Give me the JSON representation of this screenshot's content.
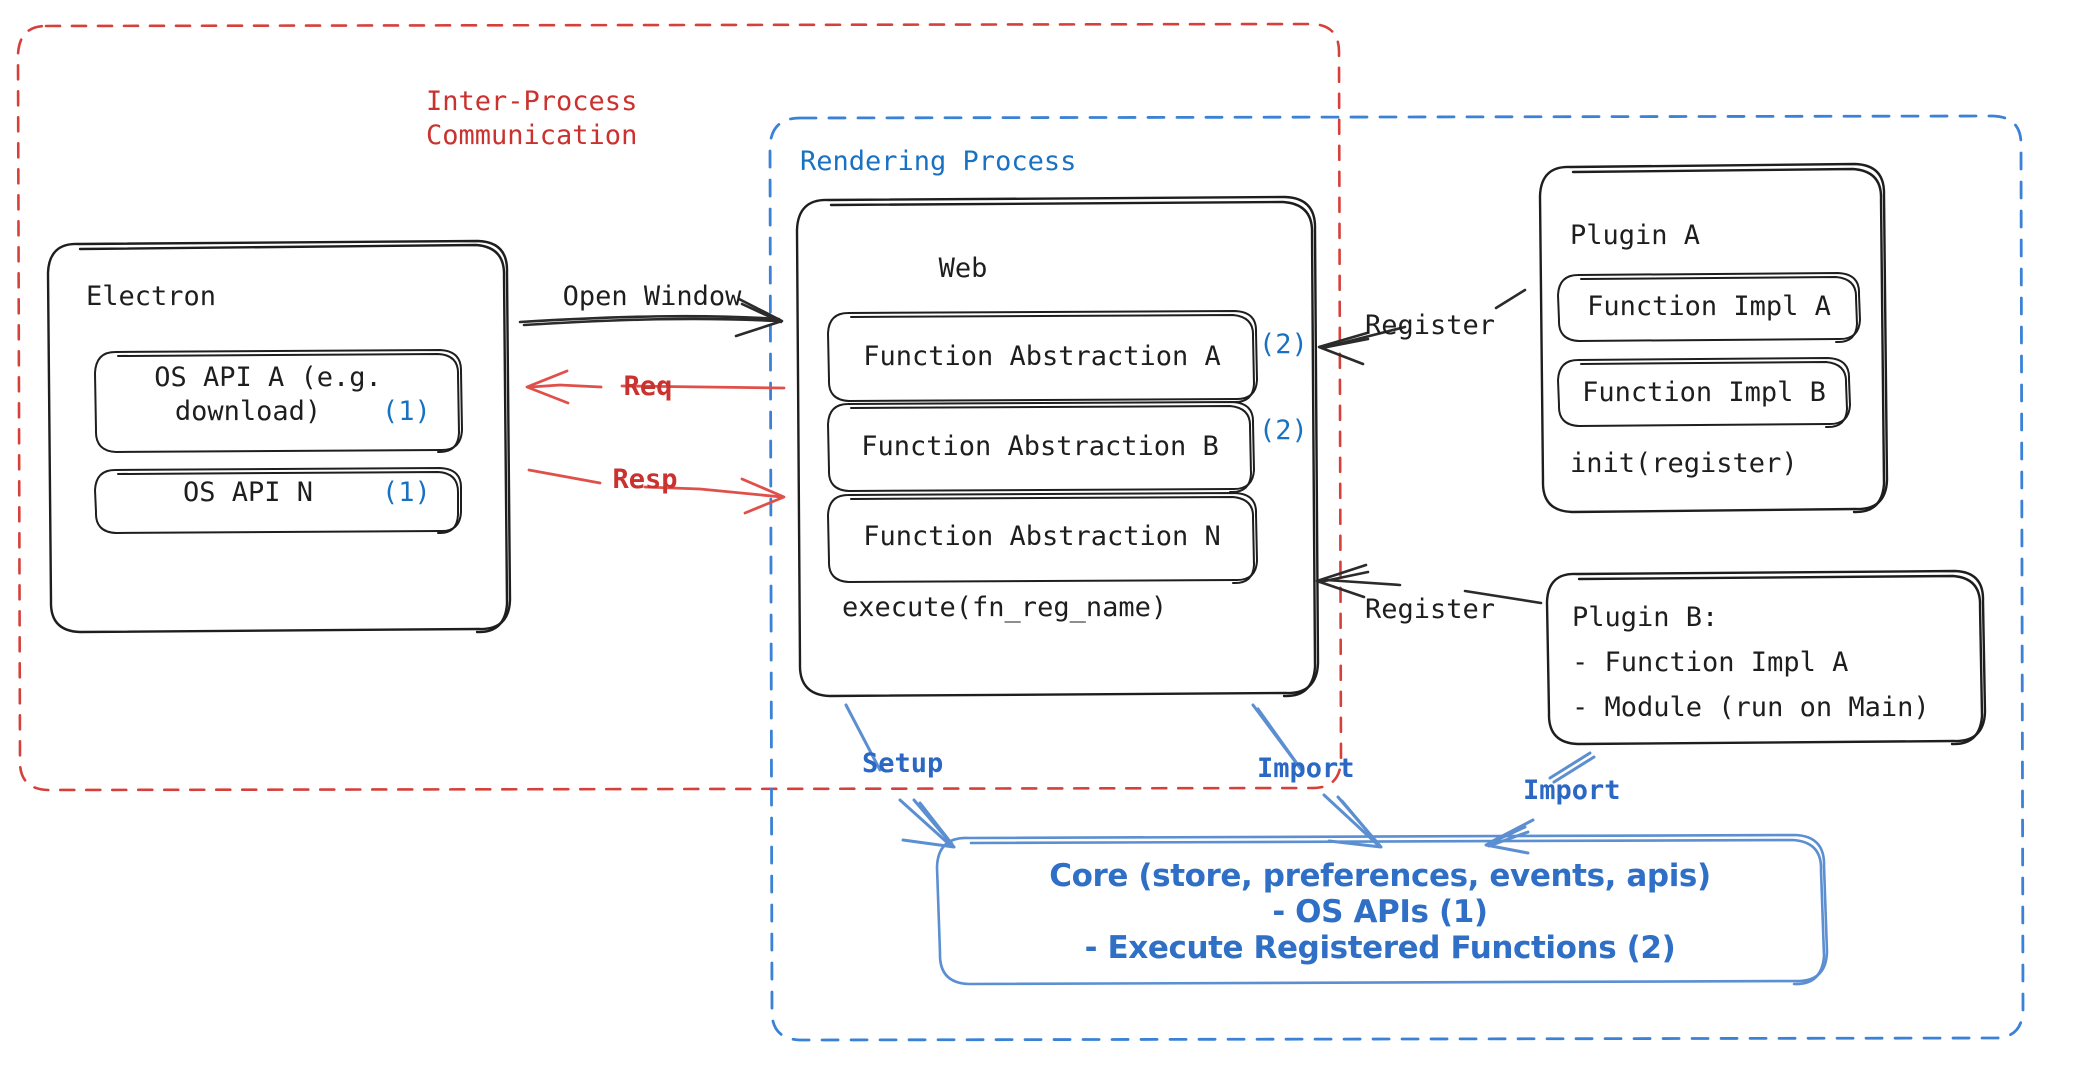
{
  "diagram": {
    "title": "Electron plugin architecture",
    "colors": {
      "ipc_red": "#d6403a",
      "render_blue": "#3b82d6",
      "accent_blue": "#1971c2",
      "core_blue": "#2f6fc6",
      "ink": "#1e1e1e"
    },
    "containers": [
      {
        "id": "ipc",
        "label": "Inter-Process\nCommunication",
        "style": "dashed",
        "color": "#d6403a"
      },
      {
        "id": "rendering",
        "label": "Rendering Process",
        "style": "dashed",
        "color": "#3b82d6"
      }
    ],
    "ipc": {
      "label_line1": "Inter-Process",
      "label_line2": "Communication"
    },
    "rendering": {
      "label": "Rendering Process"
    },
    "electron": {
      "title": "Electron",
      "items": [
        {
          "text": "OS API A (e.g.\ndownload)",
          "line1": "OS API A (e.g.",
          "line2": "download)",
          "badge": "(1)"
        },
        {
          "text": "OS API N",
          "line1": "OS API N",
          "line2": "",
          "badge": "(1)"
        }
      ]
    },
    "web": {
      "title": "Web",
      "items": [
        {
          "label": "Function Abstraction A",
          "badge": "(2)"
        },
        {
          "label": "Function Abstraction B",
          "badge": "(2)"
        },
        {
          "label": "Function Abstraction N",
          "badge": ""
        }
      ],
      "footer": "execute(fn_reg_name)"
    },
    "plugin_a": {
      "title": "Plugin A",
      "items": [
        "Function Impl A",
        "Function Impl B"
      ],
      "footer": "init(register)"
    },
    "plugin_b": {
      "title": "Plugin B:",
      "lines": [
        "- Function Impl A",
        "- Module (run on Main)"
      ]
    },
    "core": {
      "line1": "Core (store, preferences, events, apis)",
      "line2": "- OS APIs (1)",
      "line3": "- Execute Registered Functions (2)"
    },
    "edges": [
      {
        "id": "open-window",
        "label": "Open Window",
        "color": "#1e1e1e",
        "from": "electron",
        "to": "rendering"
      },
      {
        "id": "req",
        "label": "Req",
        "color": "#d6403a",
        "from": "web",
        "to": "electron"
      },
      {
        "id": "resp",
        "label": "Resp",
        "color": "#d6403a",
        "from": "electron",
        "to": "web"
      },
      {
        "id": "register-a",
        "label": "Register",
        "color": "#1e1e1e",
        "from": "plugin_a",
        "to": "web"
      },
      {
        "id": "register-b",
        "label": "Register",
        "color": "#1e1e1e",
        "from": "plugin_b",
        "to": "web"
      },
      {
        "id": "setup",
        "label": "Setup",
        "color": "#2a68c4",
        "from": "web",
        "to": "core"
      },
      {
        "id": "import-web",
        "label": "Import",
        "color": "#2a68c4",
        "from": "web",
        "to": "core"
      },
      {
        "id": "import-plugin-b",
        "label": "Import",
        "color": "#2a68c4",
        "from": "plugin_b",
        "to": "core"
      }
    ]
  }
}
